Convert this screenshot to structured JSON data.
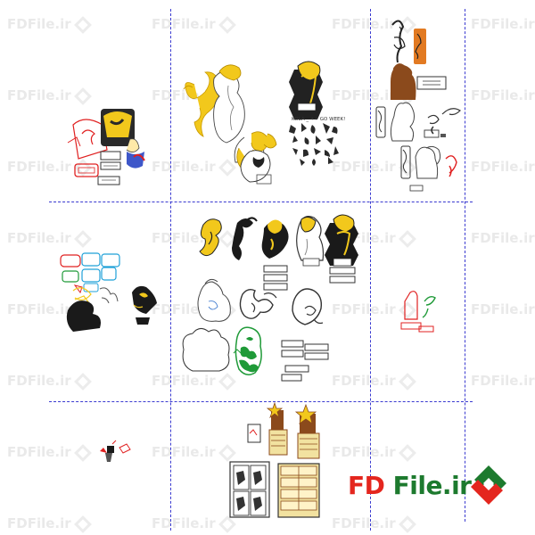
{
  "watermark": {
    "text": "FDFile.ir"
  },
  "logo": {
    "brand_fd": "FD",
    "brand_rest": " File.ir",
    "colors": {
      "red": "#e4261e",
      "green": "#1d7a2e"
    }
  },
  "layout_colors": {
    "grid_line": "#3a3ad0",
    "accent_yellow": "#f2c81c",
    "outline_red": "#e02020",
    "brown": "#8b4a1c",
    "green": "#1f9a38"
  }
}
